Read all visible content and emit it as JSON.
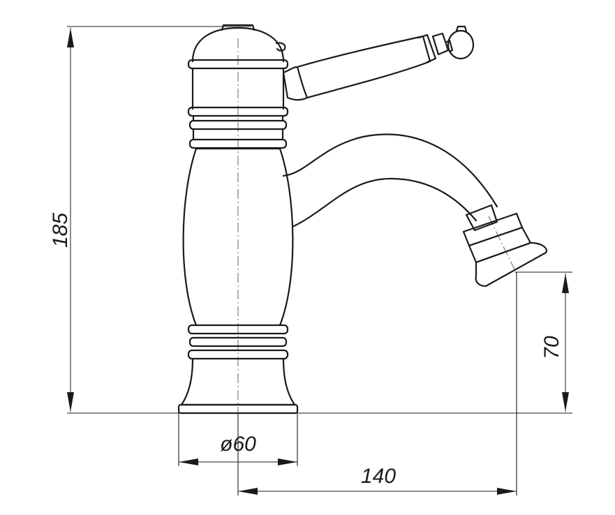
{
  "dimensions": {
    "height_total": "185",
    "base_diameter": "ø60",
    "spout_reach": "140",
    "spout_height": "70"
  },
  "colors": {
    "line": "#1a1a1a",
    "background": "#ffffff"
  }
}
